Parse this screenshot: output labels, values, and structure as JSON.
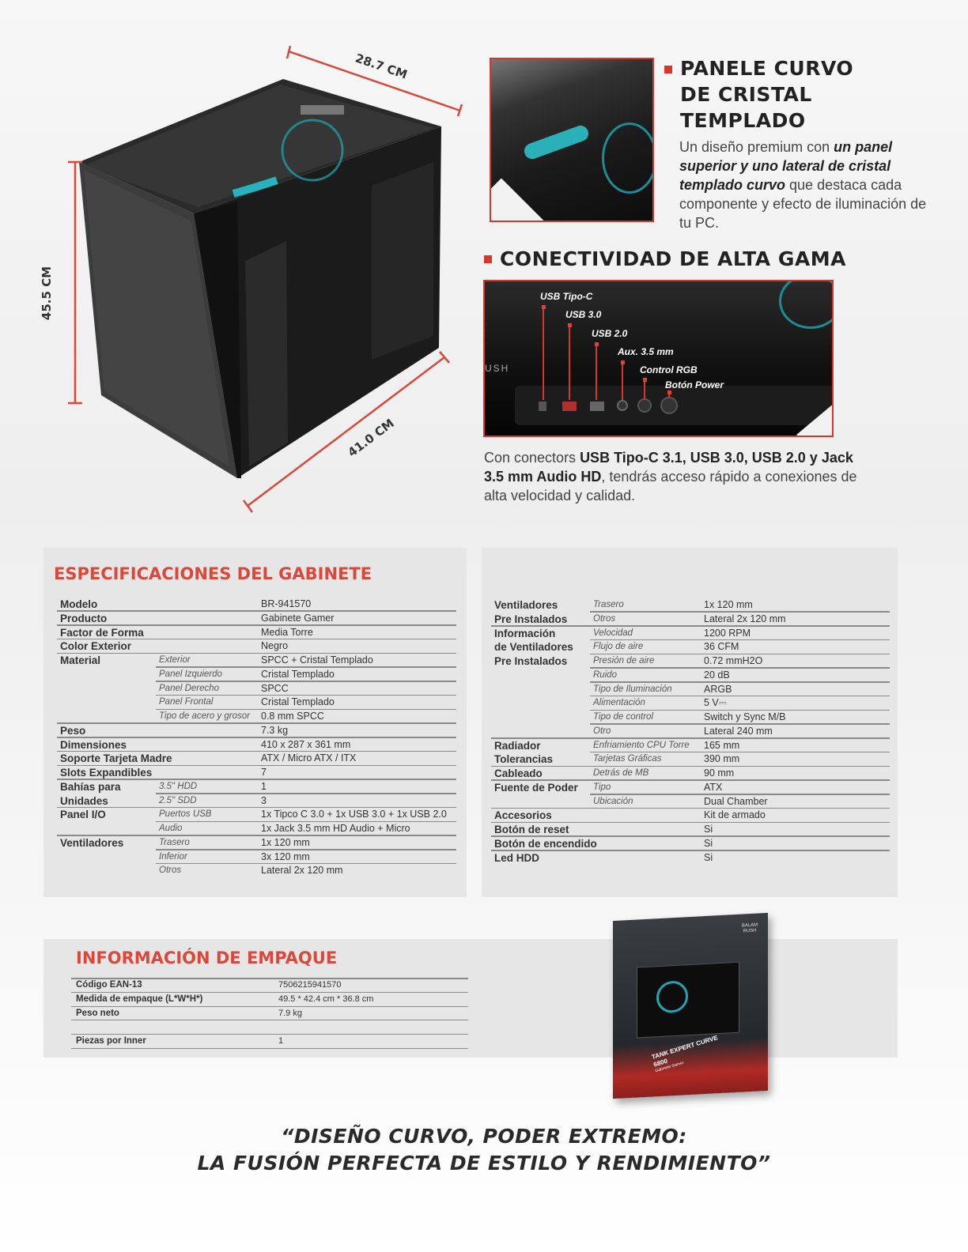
{
  "dimensions": {
    "depth": "28.7 CM",
    "height": "45.5 CM",
    "length": "41.0 CM"
  },
  "colors": {
    "accent": "#d9362b",
    "title_red": "#d9483b",
    "panel_bg": "#e6e6e6"
  },
  "feature1": {
    "title_lines": [
      "PANELE CURVO",
      "DE CRISTAL",
      "TEMPLADO"
    ],
    "text_1": "Un diseño premium con ",
    "text_bold": "un panel superior y uno lateral de cristal templado curvo",
    "text_2": " que destaca cada componente y efecto de iluminación de tu PC."
  },
  "feature2": {
    "title": "CONECTIVIDAD DE ALTA GAMA",
    "connectors": [
      "USB Tipo-C",
      "USB 3.0",
      "USB 2.0",
      "Aux. 3.5 mm",
      "Control RGB",
      "Botón Power"
    ],
    "brand_fragment": "USH",
    "text_1": "Con conectors ",
    "text_bold": "USB Tipo-C 3.1, USB 3.0, USB 2.0 y Jack 3.5 mm Audio HD",
    "text_2": ", tendrás acceso rápido a conexiones de alta velocidad y calidad."
  },
  "specs": {
    "title": "ESPECIFICACIONES DEL GABINETE",
    "left": [
      {
        "label": [
          "Modelo"
        ],
        "rows": [
          {
            "sub": "",
            "value": "BR-941570"
          }
        ]
      },
      {
        "label": [
          "Producto"
        ],
        "rows": [
          {
            "sub": "",
            "value": "Gabinete Gamer"
          }
        ]
      },
      {
        "label": [
          "Factor de Forma"
        ],
        "rows": [
          {
            "sub": "",
            "value": "Media Torre"
          }
        ]
      },
      {
        "label": [
          "Color Exterior"
        ],
        "rows": [
          {
            "sub": "",
            "value": "Negro"
          }
        ]
      },
      {
        "label": [
          "Material"
        ],
        "rows": [
          {
            "sub": "Exterior",
            "value": "SPCC + Cristal Templado"
          },
          {
            "sub": "Panel Izquierdo",
            "value": "Cristal Templado"
          },
          {
            "sub": "Panel Derecho",
            "value": "SPCC"
          },
          {
            "sub": "Panel Frontal",
            "value": "Cristal Templado"
          },
          {
            "sub": "Tipo de acero y grosor",
            "value": "0.8 mm SPCC"
          }
        ]
      },
      {
        "label": [
          "Peso"
        ],
        "rows": [
          {
            "sub": "",
            "value": "7.3 kg"
          }
        ]
      },
      {
        "label": [
          "Dimensiones"
        ],
        "rows": [
          {
            "sub": "",
            "value": "410 x 287 x 361 mm"
          }
        ]
      },
      {
        "label": [
          "Soporte Tarjeta Madre"
        ],
        "rows": [
          {
            "sub": "",
            "value": "ATX / Micro ATX / ITX"
          }
        ]
      },
      {
        "label": [
          "Slots Expandibles"
        ],
        "rows": [
          {
            "sub": "",
            "value": "7"
          }
        ]
      },
      {
        "label": [
          "Bahías para",
          "Unidades"
        ],
        "rows": [
          {
            "sub": "3.5\" HDD",
            "value": "1"
          },
          {
            "sub": "2.5\" SDD",
            "value": "3"
          }
        ]
      },
      {
        "label": [
          "Panel I/O"
        ],
        "rows": [
          {
            "sub": "Puertos USB",
            "value": "1x Tipco C 3.0 + 1x USB 3.0 + 1x USB 2.0"
          },
          {
            "sub": "Audio",
            "value": "1x Jack 3.5 mm HD Audio + Micro"
          }
        ]
      },
      {
        "label": [
          "Ventiladores"
        ],
        "rows": [
          {
            "sub": "Trasero",
            "value": "1x 120 mm"
          },
          {
            "sub": "Inferior",
            "value": "3x 120 mm"
          },
          {
            "sub": "Otros",
            "value": "Lateral 2x 120 mm"
          }
        ]
      }
    ],
    "right": [
      {
        "label": [
          "Ventiladores",
          "Pre Instalados"
        ],
        "rows": [
          {
            "sub": "Trasero",
            "value": "1x 120 mm"
          },
          {
            "sub": "Otros",
            "value": "Lateral 2x 120 mm"
          }
        ]
      },
      {
        "label": [
          "Información",
          "de Ventiladores",
          "Pre Instalados"
        ],
        "rows": [
          {
            "sub": "Velocidad",
            "value": "1200 RPM"
          },
          {
            "sub": "Flujo de aire",
            "value": "36 CFM"
          },
          {
            "sub": "Presión de aire",
            "value": "0.72 mmH2O"
          },
          {
            "sub": "Ruido",
            "value": "20 dB"
          },
          {
            "sub": "Tipo de Iluminación",
            "value": "ARGB"
          },
          {
            "sub": "Alimentación",
            "value": "5 V⎓"
          },
          {
            "sub": "Tipo de control",
            "value": "Switch y Sync M/B"
          },
          {
            "sub": "Otro",
            "value": "Lateral 240 mm"
          }
        ]
      },
      {
        "label": [
          "Radiador",
          "Tolerancias"
        ],
        "rows": [
          {
            "sub": "Enfriamiento CPU Torre",
            "value": "165 mm"
          },
          {
            "sub": "Tarjetas Gráficas",
            "value": "390 mm"
          }
        ]
      },
      {
        "label": [
          "Cableado"
        ],
        "rows": [
          {
            "sub": "Detrás de MB",
            "value": "90 mm"
          }
        ]
      },
      {
        "label": [
          "Fuente de Poder"
        ],
        "rows": [
          {
            "sub": "Tipo",
            "value": "ATX"
          },
          {
            "sub": "Ubicación",
            "value": "Dual Chamber"
          }
        ]
      },
      {
        "label": [
          "Accesorios"
        ],
        "rows": [
          {
            "sub": "",
            "value": "Kit de armado"
          }
        ]
      },
      {
        "label": [
          "Botón de reset"
        ],
        "rows": [
          {
            "sub": "",
            "value": "Si"
          }
        ]
      },
      {
        "label": [
          "Botón de encendido"
        ],
        "rows": [
          {
            "sub": "",
            "value": "Si"
          }
        ]
      },
      {
        "label": [
          "Led HDD"
        ],
        "rows": [
          {
            "sub": "",
            "value": "Si"
          }
        ]
      }
    ]
  },
  "packaging": {
    "title": "INFORMACIÓN DE EMPAQUE",
    "rows": [
      {
        "key": "Código EAN-13",
        "value": "7506215941570"
      },
      {
        "key": "Medida de empaque (L*W*H*)",
        "value": "49.5 * 42.4 cm * 36.8 cm"
      },
      {
        "key": "Peso neto",
        "value": "7.9 kg"
      },
      {
        "key": "",
        "value": ""
      },
      {
        "key": "Piezas por Inner",
        "value": "1"
      }
    ],
    "box": {
      "brand": "BALAM RUSH",
      "product_line1": "TANK EXPERT CURVE",
      "product_line2": "6800",
      "product_sub": "Gabinete Gamer"
    }
  },
  "quote": {
    "line1": "“DISEÑO CURVO, PODER EXTREMO:",
    "line2": "LA FUSIÓN PERFECTA DE ESTILO Y RENDIMIENTO”"
  }
}
